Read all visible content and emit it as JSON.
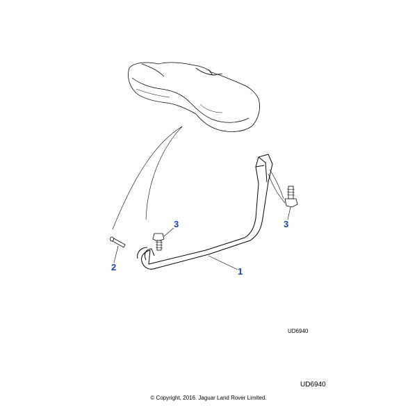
{
  "diagram": {
    "callouts": [
      {
        "id": "strap",
        "label": "1"
      },
      {
        "id": "pin",
        "label": "2"
      },
      {
        "id": "bolt_left",
        "label": "3"
      },
      {
        "id": "bolt_right",
        "label": "3"
      }
    ],
    "drawing_code": "UD6940",
    "colors": {
      "callout": "#1a3fb3",
      "line": "#000000"
    }
  },
  "footer": {
    "page_code": "UD6940",
    "copyright": "© Copyright, 2016. Jaguar Land Rover Limited."
  }
}
